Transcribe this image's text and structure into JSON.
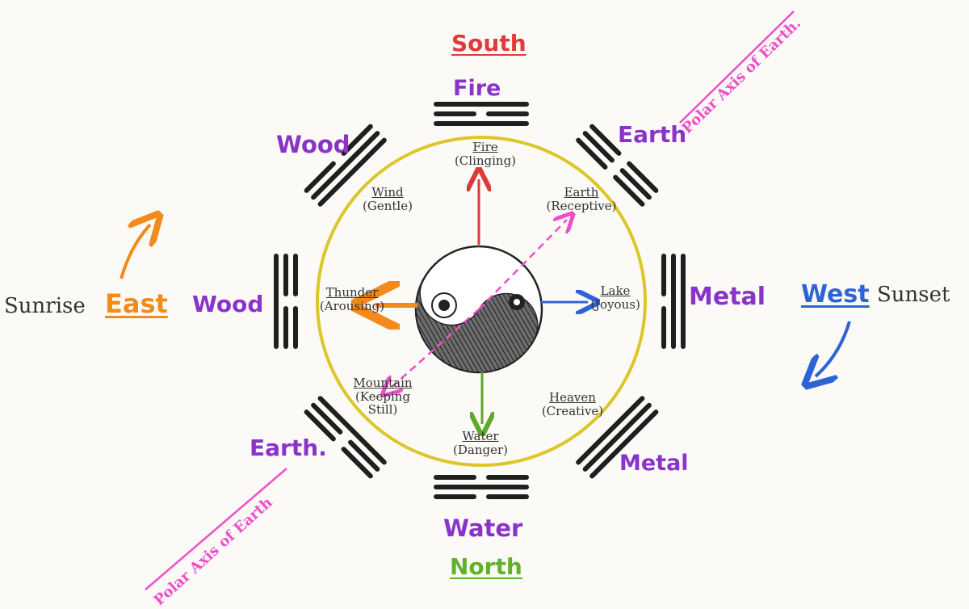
{
  "colors": {
    "south": "#e23a3a",
    "north": "#5fb32a",
    "east": "#f28a1c",
    "west": "#2e63d6",
    "element": "#8a33c9",
    "axis": "#ee4fc8",
    "ring": "#ddc62a",
    "ink": "#1f1f1f",
    "arrow_fire": "#d93a3a",
    "arrow_water": "#5fa92a",
    "arrow_thunder": "#f28a1c",
    "arrow_lake": "#2e63d6"
  },
  "directions": {
    "south": "South",
    "north": "North",
    "east": "East",
    "west": "West",
    "sunrise": "Sunrise",
    "sunset": "Sunset"
  },
  "elements": {
    "south": "Fire",
    "north": "Water",
    "east": "Wood",
    "west": "Metal",
    "south_east": "Wood",
    "south_west": "Earth",
    "north_east": "Earth.",
    "north_west": "Metal"
  },
  "trigrams": {
    "fire": {
      "name": "Fire",
      "quality": "(Clinging)"
    },
    "water": {
      "name": "Water",
      "quality": "(Danger)"
    },
    "thunder": {
      "name": "Thunder",
      "quality": "(Arousing)"
    },
    "lake": {
      "name": "Lake",
      "quality": "(Joyous)"
    },
    "wind": {
      "name": "Wind",
      "quality": "(Gentle)"
    },
    "earth": {
      "name": "Earth",
      "quality": "(Receptive)"
    },
    "mountain": {
      "name": "Mountain",
      "quality": "(Keeping Still)"
    },
    "heaven": {
      "name": "Heaven",
      "quality": "(Creative)"
    }
  },
  "axis_labels": {
    "upper": "Polar Axis of Earth.",
    "lower": "Polar Axis of Earth"
  },
  "icons": {
    "center": "yin-yang-icon"
  }
}
